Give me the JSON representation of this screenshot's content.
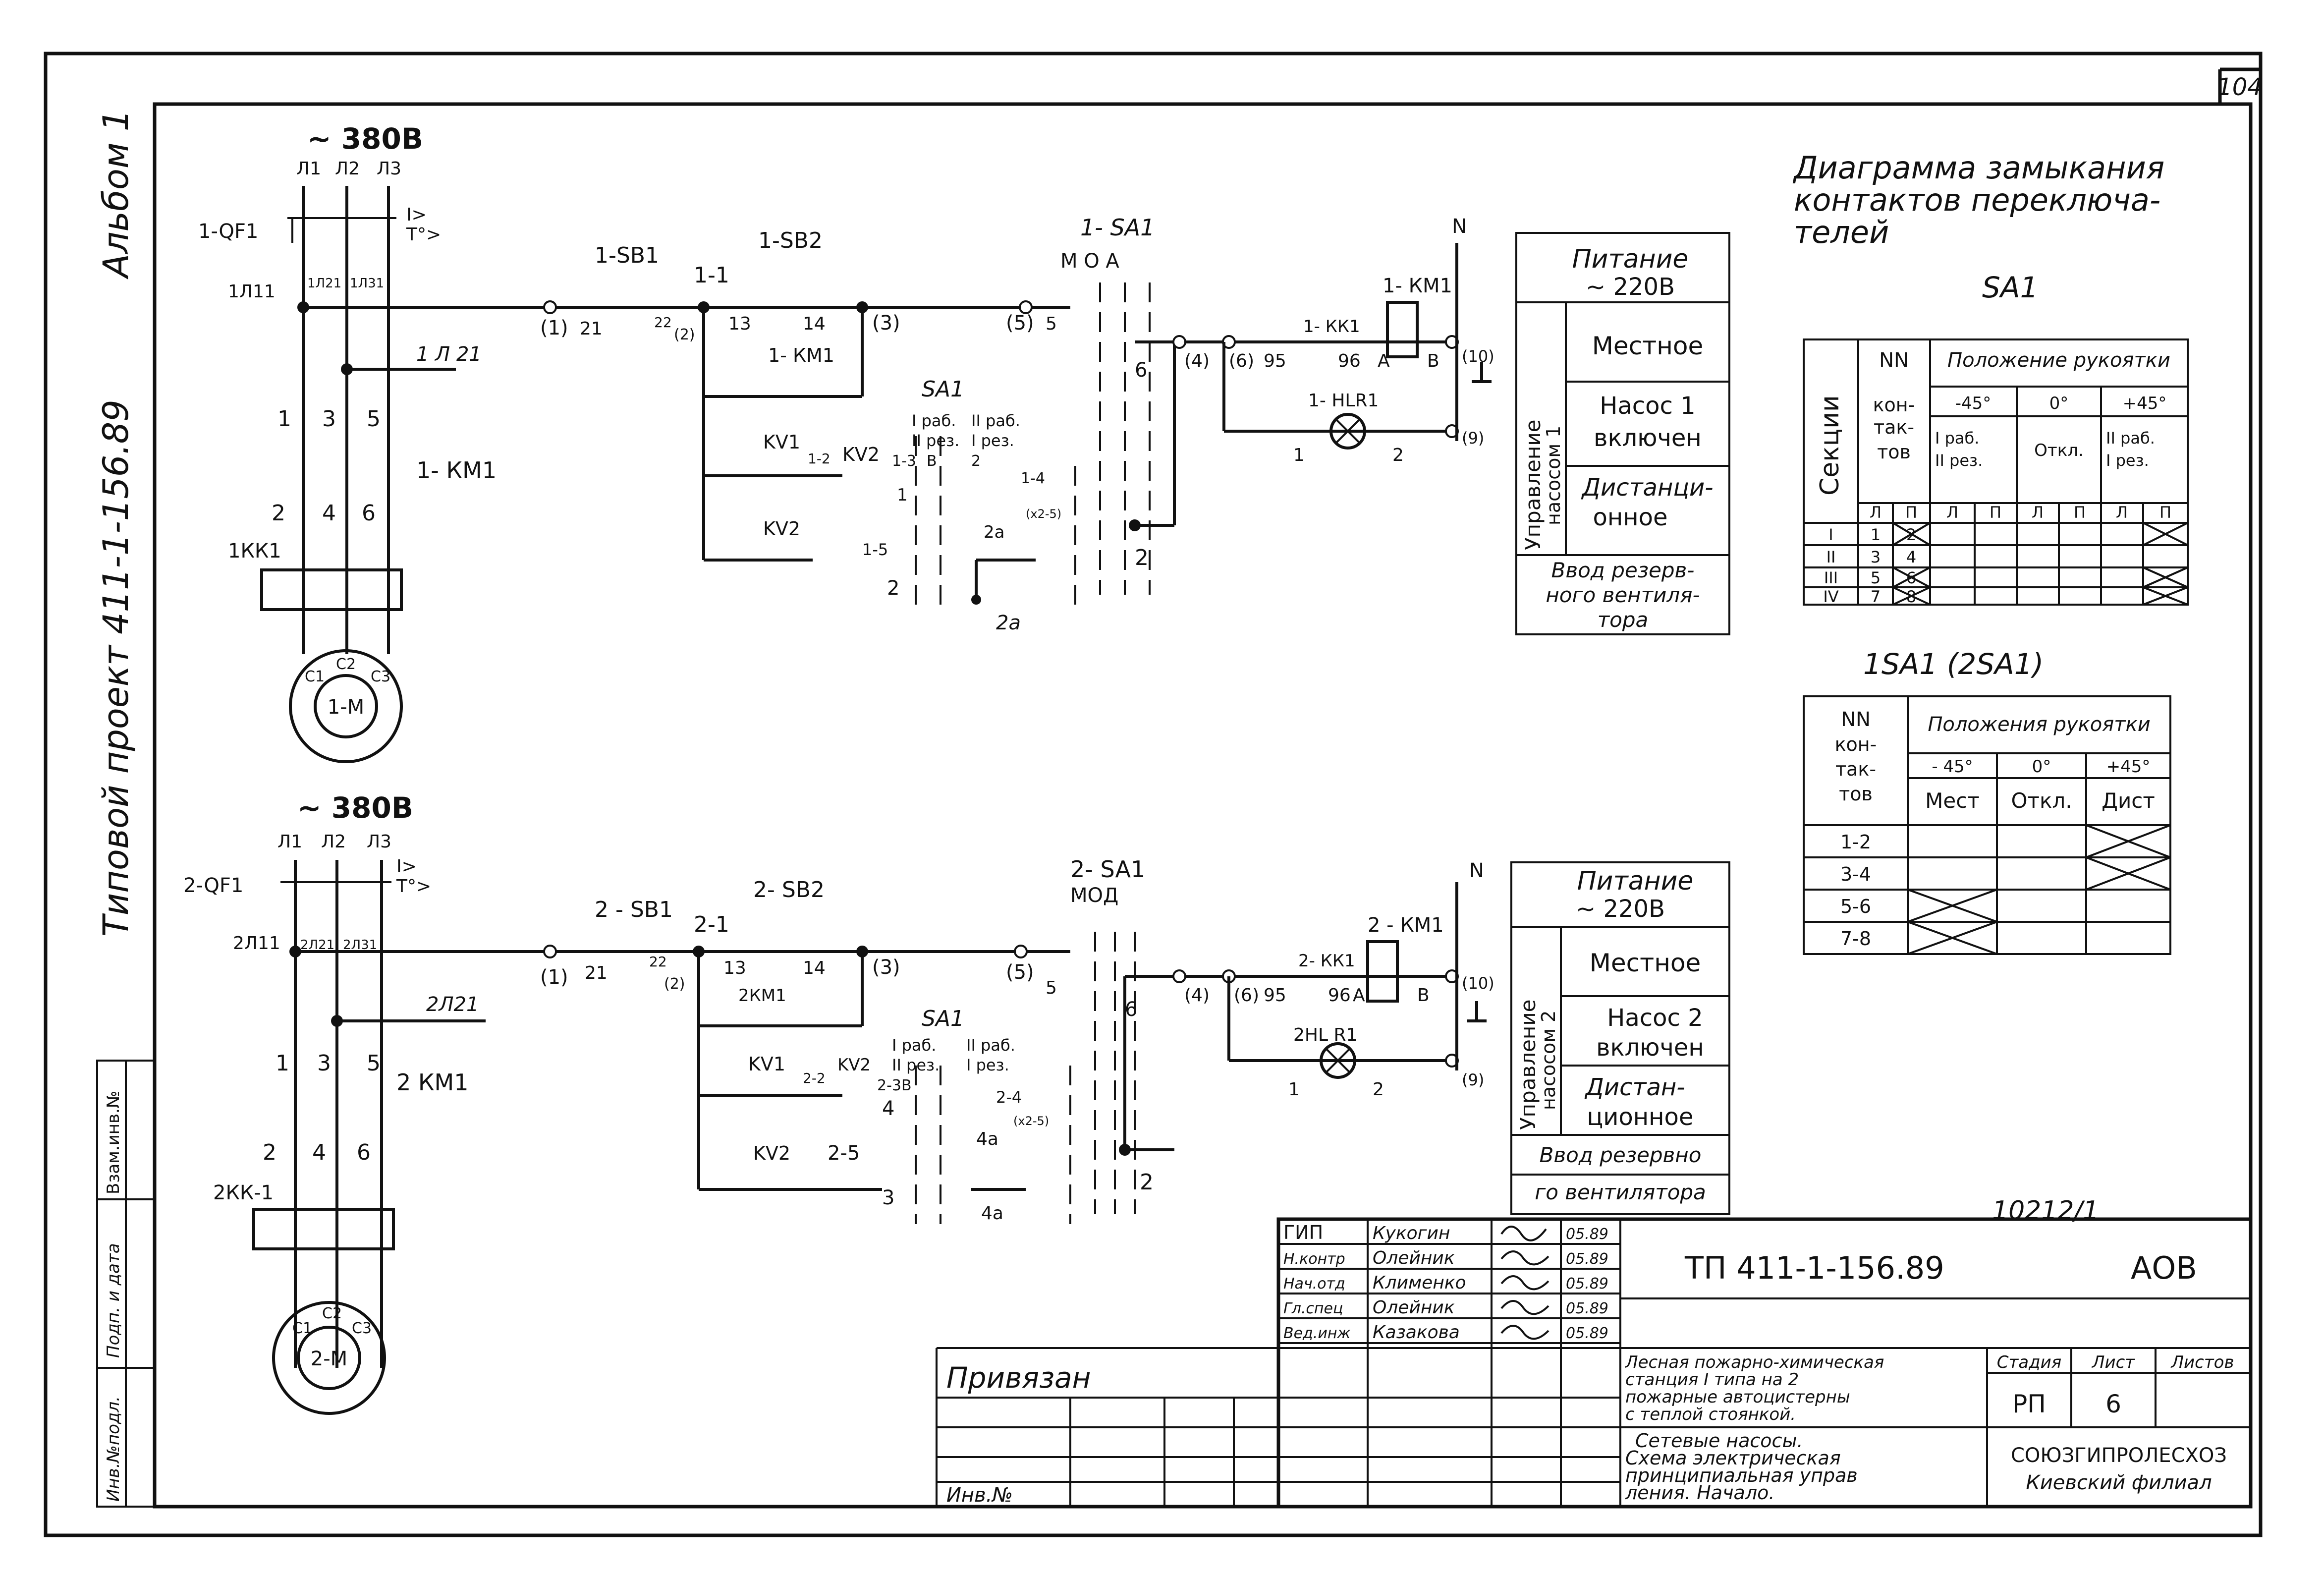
{
  "sheet": {
    "page_number": "104",
    "side_album": "Альбом 1",
    "side_project": "Типовой проект 411-1-156.89",
    "stamp_inv": "10212/1"
  },
  "left_stamp": {
    "cells": [
      "Взам.инв.№",
      "Подп. и дата",
      "Инв.№подл."
    ]
  },
  "circuit1": {
    "supply": "~ 380В",
    "phases": [
      "Л1",
      "Л2",
      "Л3"
    ],
    "qf": "1-QF1",
    "relay_marks": [
      "I>",
      "T°>"
    ],
    "line_labels": [
      "1Л11",
      "1Л21",
      "1Л31"
    ],
    "l21": "1 Л 21",
    "km_terms_top": [
      "1",
      "3",
      "5"
    ],
    "km_terms_bottom": [
      "2",
      "4",
      "6"
    ],
    "km": "1- КМ1",
    "kk": "1КК1",
    "motor": "1-М",
    "motor_terms": [
      "С1",
      "С2",
      "С3"
    ],
    "sb1": "1-SB1",
    "sb2": "1-SB2",
    "node11": "1-1",
    "w1": "(1)",
    "w21": "21",
    "w22": "22",
    "w2": "(2)",
    "w13": "13",
    "w14": "14",
    "w3": "(3)",
    "w5": "(5)",
    "c5": "5",
    "km_contact": "1- КМ1",
    "sa1_head": "SA1",
    "sa_positions": [
      "I раб.",
      "II раб.",
      "II рез.",
      "I рез."
    ],
    "kv1": "KV1",
    "kv2": "KV2",
    "kv2b": "KV2",
    "c12": "1-2",
    "c13": "1-3",
    "c14": "1-4",
    "c15": "1-5",
    "nB": "В",
    "n1": "1",
    "n2": "2",
    "n2a": "2а",
    "nx": "(х2-5)",
    "sa": "1- SA1",
    "sa_modes": "М О А",
    "n6": "6",
    "w4": "(4)",
    "w6": "(6)",
    "n95": "95",
    "n96": "96",
    "nA": "А",
    "nBB": "В",
    "w10": "(10)",
    "w9": "(9)",
    "kk_contact": "1- КК1",
    "coil": "1- КМ1",
    "lamp": "1- HLR1",
    "N": "N",
    "sa_n2": "2"
  },
  "circuit2": {
    "supply": "~ 380В",
    "phases": [
      "Л1",
      "Л2",
      "Л3"
    ],
    "qf": "2-QF1",
    "relay_marks": [
      "I>",
      "T°>"
    ],
    "line_labels": [
      "2Л11",
      "2Л21",
      "2Л31"
    ],
    "l21": "2Л21",
    "km_terms_top": [
      "1",
      "3",
      "5"
    ],
    "km_terms_bottom": [
      "2",
      "4",
      "6"
    ],
    "km": "2 КМ1",
    "kk": "2КК-1",
    "motor": "2-М",
    "motor_terms": [
      "С1",
      "С2",
      "С3"
    ],
    "sb1": "2 - SB1",
    "sb2": "2- SB2",
    "node21": "2-1",
    "w1": "(1)",
    "w21": "21",
    "w22": "22",
    "w2": "(2)",
    "w13": "13",
    "w14": "14",
    "w3": "(3)",
    "w5": "(5)",
    "c5": "5",
    "km_contact": "2КМ1",
    "sa1_head": "SA1",
    "sa_positions": [
      "I раб.",
      "II раб.",
      "II рез.",
      "I рез."
    ],
    "kv1": "KV1",
    "kv2": "KV2",
    "kv2b": "KV2",
    "c22": "2-2",
    "c23": "2-3В",
    "c24": "2-4",
    "c25": "2-5",
    "n4": "4",
    "n3": "3",
    "n4a": "4а",
    "n4a2": "4а",
    "nx": "(х2-5)",
    "sa": "2- SA1",
    "sa_modes": "МОД",
    "n6": "6",
    "w4": "(4)",
    "w6": "(6)",
    "n95": "95",
    "n96": "96",
    "nA": "А",
    "nBB": "В",
    "w10": "(10)",
    "w9": "(9)",
    "kk_contact": "2- КК1",
    "coil": "2 - КМ1",
    "lamp": "2HL R1",
    "N": "N",
    "n1": "1",
    "n2": "2",
    "sa_n2": "2"
  },
  "table1": {
    "header": [
      "Питание",
      "~ 220В"
    ],
    "side": [
      "Управление",
      "насосом 1"
    ],
    "rows": [
      "Местное",
      "Насос 1",
      "включен",
      "Дистанци-",
      "онное"
    ],
    "footer": [
      "Ввод резерв-",
      "ного вентиля-",
      "тора"
    ]
  },
  "table2": {
    "header": [
      "Питание",
      "~ 220В"
    ],
    "side": [
      "Управление",
      "насосом 2"
    ],
    "rows": [
      "Местное",
      "Насос 2",
      "включен",
      "Дистан-",
      "ционное"
    ],
    "footer": [
      "Ввод резервно",
      "го вентилятора"
    ]
  },
  "diagram_title": [
    "Диаграмма замыкания",
    "контактов переключа-",
    "телей"
  ],
  "sa1_table": {
    "title": "SA1",
    "col_sections": "Секции",
    "col_nn": [
      "NN",
      "кон-",
      "так-",
      "тов"
    ],
    "position_head": "Положение рукоятки",
    "angles": [
      "-45°",
      "0°",
      "+45°"
    ],
    "modes": [
      "I раб.",
      "II рез.",
      "Откл.",
      "II раб.",
      "I рез."
    ],
    "lp": [
      "Л",
      "П",
      "Л",
      "П",
      "Л",
      "П",
      "Л",
      "П"
    ],
    "sections": [
      "I",
      "II",
      "III",
      "IV"
    ],
    "contacts": [
      [
        "1",
        "2"
      ],
      [
        "3",
        "4"
      ],
      [
        "5",
        "6"
      ],
      [
        "7",
        "8"
      ]
    ]
  },
  "sa2_table": {
    "title": "1SA1 (2SA1)",
    "col_nn": [
      "NN",
      "кон-",
      "так-",
      "тов"
    ],
    "position_head": "Положения рукоятки",
    "angles": [
      "- 45°",
      "0°",
      "+45°"
    ],
    "modes": [
      "Мест",
      "Откл.",
      "Дист"
    ],
    "rows": [
      "1-2",
      "3-4",
      "5-6",
      "7-8"
    ]
  },
  "title_block": {
    "roles": [
      "ГИП",
      "Н.контр",
      "Нач.отд",
      "Гл.спец",
      "Вед.инж"
    ],
    "names": [
      "Кукогин",
      "Олейник",
      "Клименко",
      "Олейник",
      "Казакова"
    ],
    "dates": [
      "05.89",
      "05.89",
      "05.89",
      "05.89",
      "05.89"
    ],
    "code": "ТП 411-1-156.89",
    "mark": "АОВ",
    "desc1": [
      "Лесная пожарно-химическая",
      "станция I типа на 2",
      "пожарные автоцистерны",
      "с теплой стоянкой."
    ],
    "desc2": [
      "Сетевые насосы.",
      "Схема электрическая",
      "принципиальная управ",
      "ления. Начало."
    ],
    "stage_label": "Стадия",
    "sheet_label": "Лист",
    "sheets_label": "Листов",
    "stage": "РП",
    "sheet": "6",
    "org": [
      "СОЮЗГИПРОЛЕСХОЗ",
      "Киевский филиал"
    ],
    "privyazan": "Привязан",
    "inv_no": "Инв.№"
  }
}
